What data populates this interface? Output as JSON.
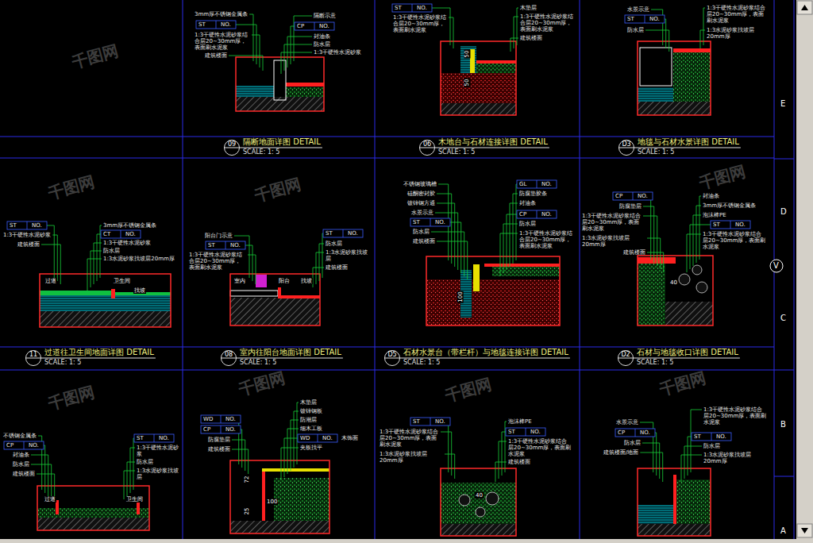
{
  "diagram": {
    "nodes": [
      {
        "text": [
          "09"
        ]
      },
      {
        "text": [
          "06"
        ]
      },
      {
        "text": [
          "D3"
        ]
      },
      {
        "text": [
          "11"
        ]
      },
      {
        "text": [
          "08"
        ]
      },
      {
        "text": [
          "D5"
        ]
      },
      {
        "text": [
          "D2"
        ]
      }
    ],
    "labels": [
      "3mm厚不锈钢金属条",
      "ST",
      "NO.",
      "1:3干硬性水泥砂浆结合层20~30mm厚，表面刷水泥浆",
      "建筑楼面",
      "隔断示意",
      "CP",
      "NO.",
      "封油条",
      "防水层",
      "1:3干硬性水泥砂浆",
      "ST",
      "NO.",
      "1:3干硬性水泥砂浆结合层20~30mm厚，表面刷水泥浆",
      "木垫层",
      "1:3干硬性水泥砂浆结合层20~30mm厚，表面刷水泥浆",
      "建筑楼面",
      "50",
      "50",
      "水景示意",
      "ST",
      "NO.",
      "1:3干硬性水泥砂浆结合层20~30mm厚，表面刷水泥浆",
      "1:3水泥砂浆找坡层20mm厚",
      "防水层",
      "ST",
      "NO.",
      "1:3干硬性水泥砂浆",
      "建筑楼面",
      "3mm厚不锈钢金属条",
      "CT",
      "NO.",
      "1:3干硬性水泥砂浆",
      "防水层",
      "1:3水泥砂浆找坡层20mm厚",
      "过道",
      "卫生间",
      "找坡",
      "阳台门示意",
      "ST",
      "NO.",
      "1:3干硬性水泥砂浆结合层20~30mm厚，表面刷水泥浆",
      "ST",
      "NO.",
      "防水层",
      "1:3水泥砂浆找坡层",
      "建筑楼面",
      "室内",
      "阳台",
      "找坡",
      "不锈钢玻璃槽",
      "硅酮密封胶",
      "镀锌钢方通",
      "水景示意",
      "ST",
      "NO.",
      "防水层",
      "建筑楼面",
      "GL",
      "NO.",
      "防腐垫胶条",
      "封油条",
      "CP",
      "NO.",
      "防水层",
      "1:3干硬性水泥砂浆结合层20~30mm厚，表面刷水泥浆",
      "100",
      "CP",
      "NO.",
      "防腐垫层",
      "1:3干硬性水泥砂浆结合层20~30mm厚，表面刷水泥浆",
      "1:3水泥砂浆找坡层20mm厚",
      "建筑楼面",
      "封油条",
      "3mm厚不锈钢金属条",
      "泡沫棒PE",
      "ST",
      "NO.",
      "1:3干硬性水泥砂浆结合层20~30mm厚，表面刷水泥浆",
      "40",
      "不锈钢金属条",
      "CP",
      "NO.",
      "封油条",
      "防水层",
      "建筑楼面",
      "ST",
      "NO.",
      "1:3干硬性水泥砂浆",
      "防水层",
      "1:3水泥砂浆找坡层",
      "过道",
      "卫生间",
      "WD",
      "NO.",
      "CP",
      "NO.",
      "防腐垫层",
      "建筑楼面",
      "木垫层",
      "镀锌钢板",
      "防潮层",
      "细木工板",
      "WD",
      "NO.",
      "木饰面",
      "夹板找平",
      "72",
      "25",
      "100",
      "ST",
      "NO.",
      "1:3干硬性水泥砂浆结合层20~30mm厚，表面刷水泥浆",
      "1:3水泥砂浆找坡层20mm厚",
      "泡沫棒PE",
      "ST",
      "NO.",
      "1:3干硬性水泥砂浆结合层20~30mm厚，表面刷水泥浆",
      "建筑楼面",
      "40",
      "水景示意",
      "CP",
      "NO.",
      "防水层",
      "建筑楼面/地面",
      "1:3干硬性水泥砂浆结合层20~30mm厚，表面刷水泥浆",
      "ST",
      "NO.",
      "防水层",
      "1:3水泥砂浆找坡层20mm厚",
      "隔断地面详图 DETAIL",
      "SCALE: 1: 5",
      "木地台与石材连接详图 DETAIL",
      "SCALE: 1: 5",
      "地毯与石材水景详图 DETAIL",
      "SCALE: 1: 5",
      "过道往卫生间地面详图 DETAIL",
      "SCALE: 1: 5",
      "室内往阳台地面详图 DETAIL",
      "SCALE: 1: 5",
      "石材水景台（带栏杆）与地毯连接详图 DETAIL",
      "SCALE: 1: 5",
      "石材与地毯收口详图 DETAIL",
      "SCALE: 1: 5",
      "E",
      "D",
      "C",
      "B",
      "A",
      "V",
      "千图网",
      "千图网",
      "千图网",
      "千图网",
      "千图网",
      "千图网",
      "千图网",
      "千图网"
    ]
  }
}
